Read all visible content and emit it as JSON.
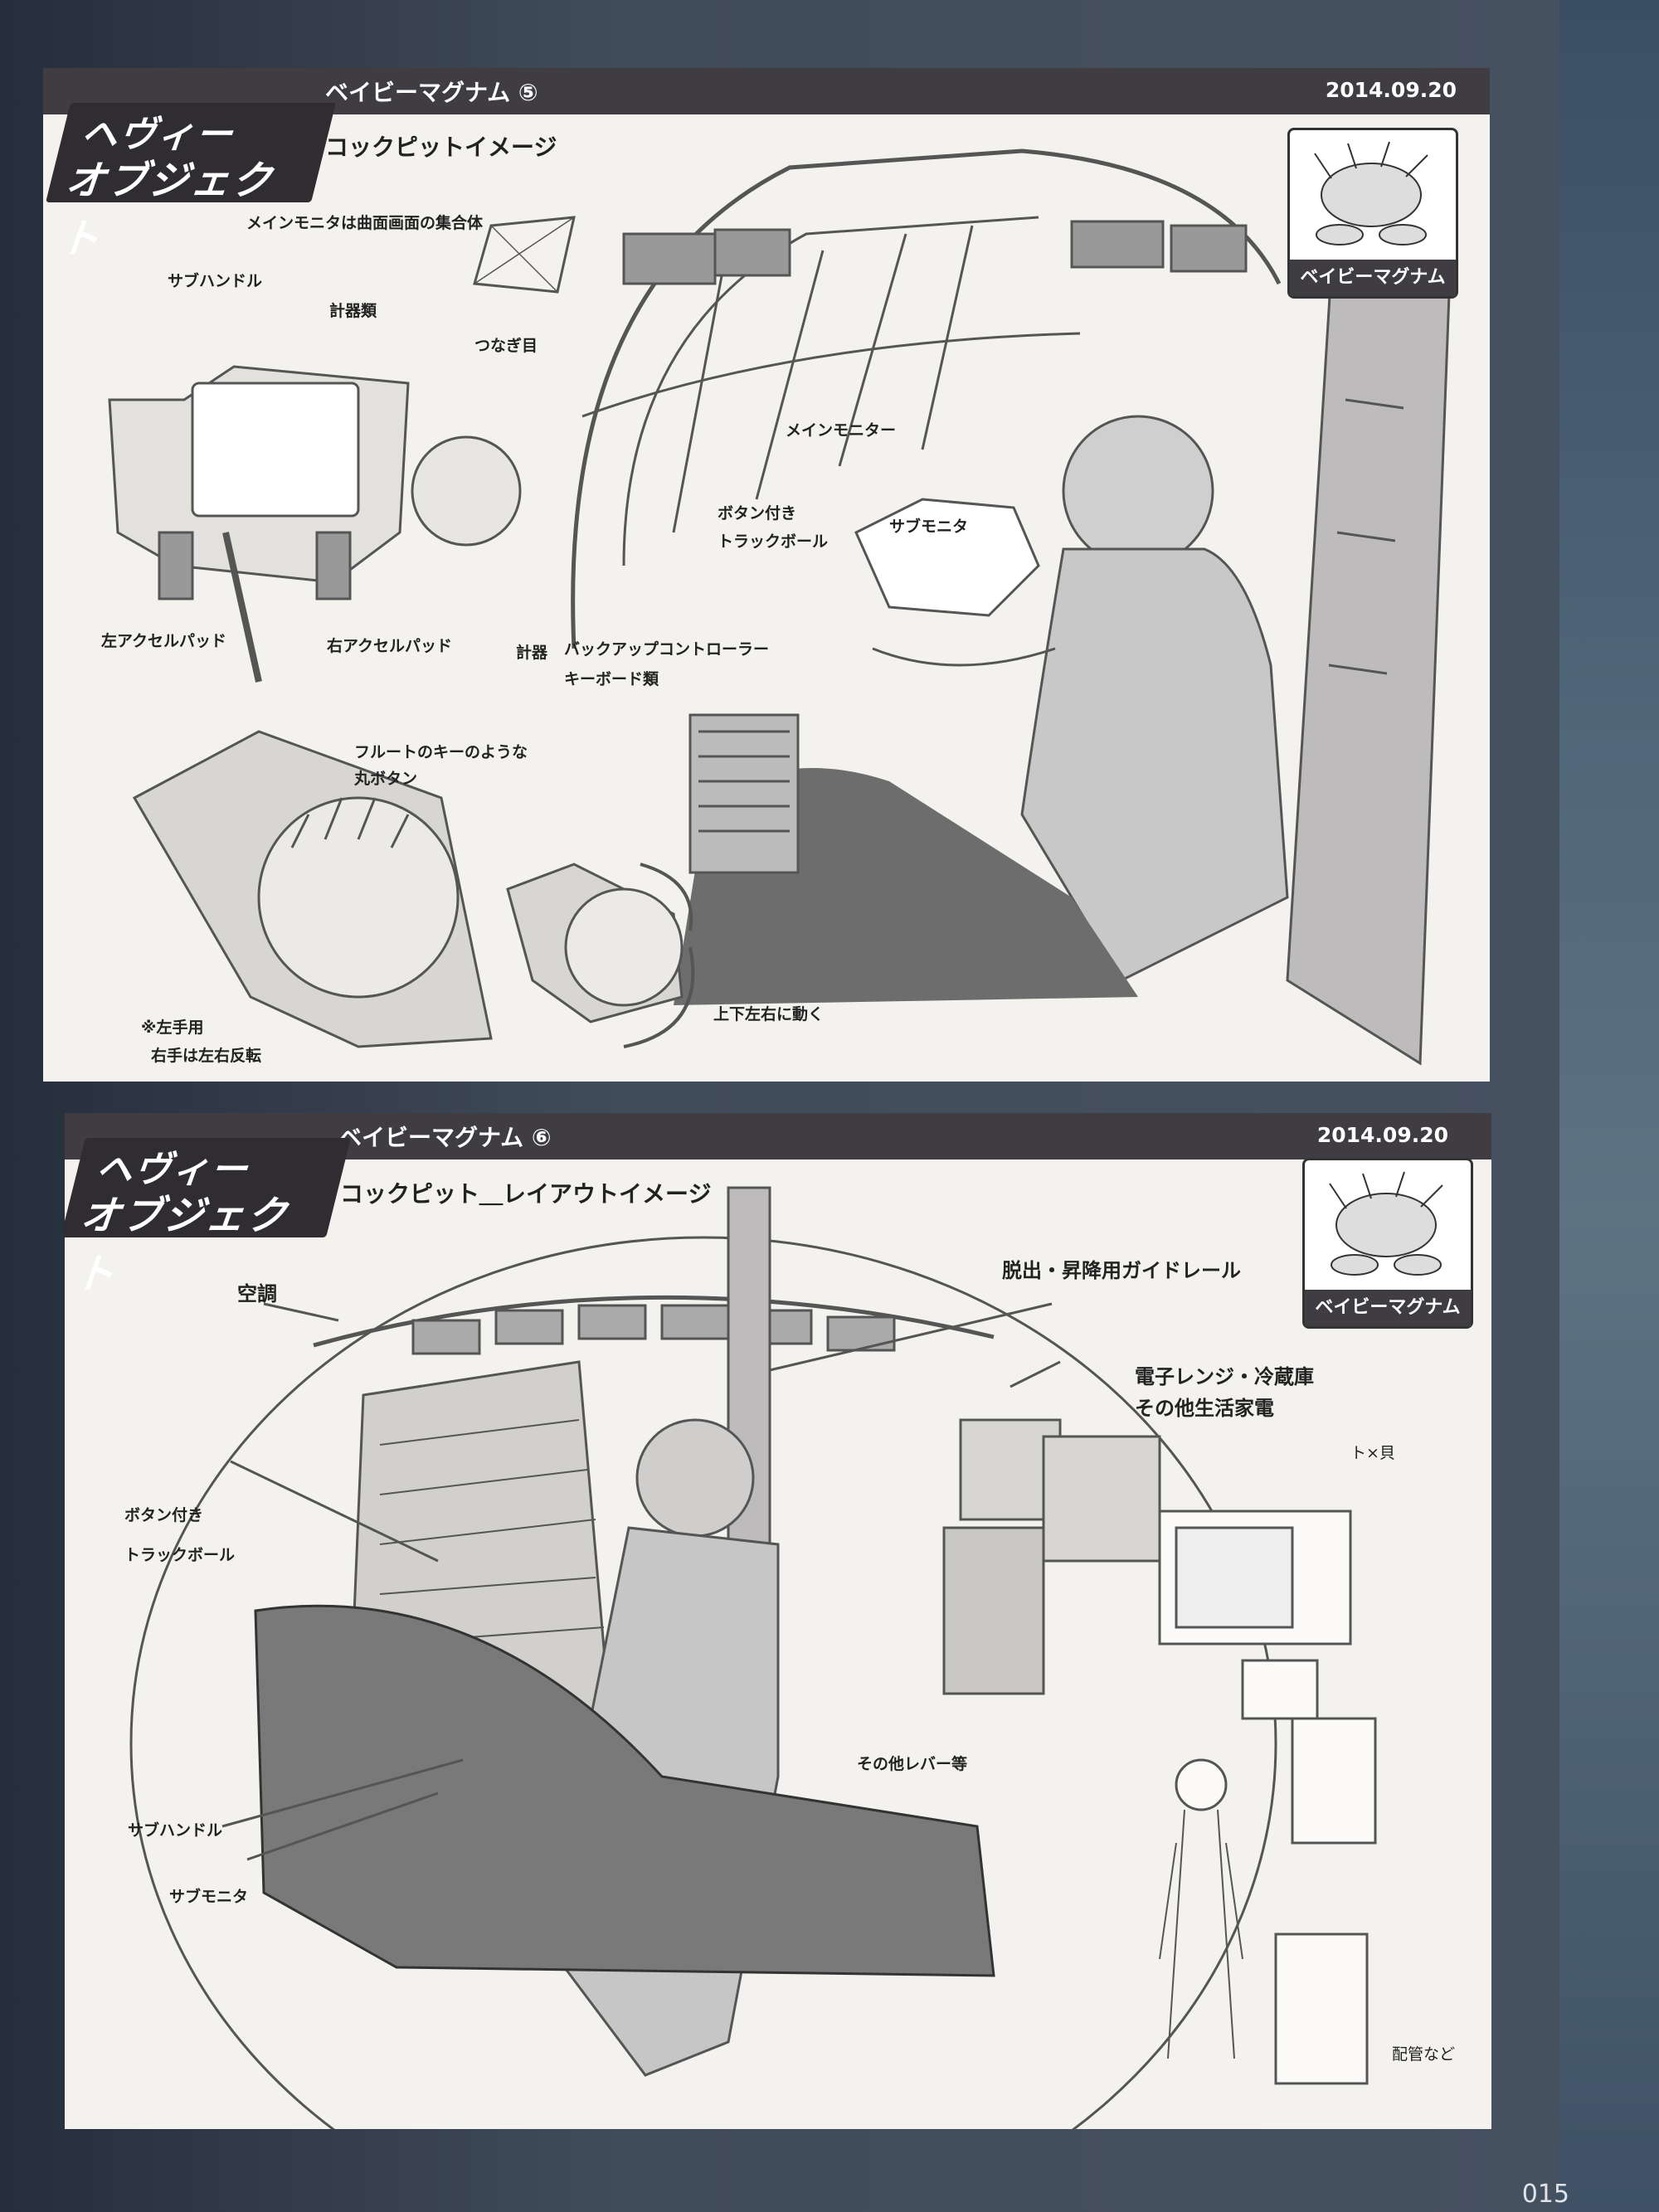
{
  "panel1": {
    "logo_line1": "ヘヴィー",
    "logo_line2": "オブジェクト",
    "series": "ベイビーマグナム ⑤",
    "date": "2014.09.20",
    "subtitle": "コックピットイメージ",
    "badge_label": "ベイビーマグナム",
    "notes": {
      "main_monitor_curved": "メインモニタは曲面画面の集合体",
      "sub_handle": "サブハンドル",
      "gauges": "計器類",
      "seam": "つなぎ目",
      "main_monitor": "メインモニター",
      "button_trackball_1": "ボタン付き",
      "button_trackball_2": "トラックボール",
      "sub_monitor": "サブモニタ",
      "left_pedal": "左アクセルパッド",
      "right_pedal": "右アクセルパッド",
      "gauge": "計器",
      "backup_controller": "バックアップコントローラー",
      "keyboards": "キーボード類",
      "flute_key_1": "フルートのキーのような",
      "flute_key_2": "丸ボタン",
      "left_hand": "※左手用",
      "right_hand": "右手は左右反転",
      "moves": "上下左右に動く"
    }
  },
  "panel2": {
    "logo_line1": "ヘヴィー",
    "logo_line2": "オブジェクト",
    "series": "ベイビーマグナム ⑥",
    "date": "2014.09.20",
    "subtitle": "コックピット＿レイアウトイメージ",
    "badge_label": "ベイビーマグナム",
    "notes": {
      "aircon": "空調",
      "guide_rail": "脱出・昇降用ガイドレール",
      "appliances_1": "電子レンジ・冷蔵庫",
      "appliances_2": "その他生活家電",
      "trackball_1": "ボタン付き",
      "trackball_2": "トラックボール",
      "sub_handle": "サブハンドル",
      "sub_monitor": "サブモニタ",
      "other_levers": "その他レバー等",
      "hinge": "ト×貝",
      "piping": "配管など"
    }
  },
  "page_number": "015"
}
